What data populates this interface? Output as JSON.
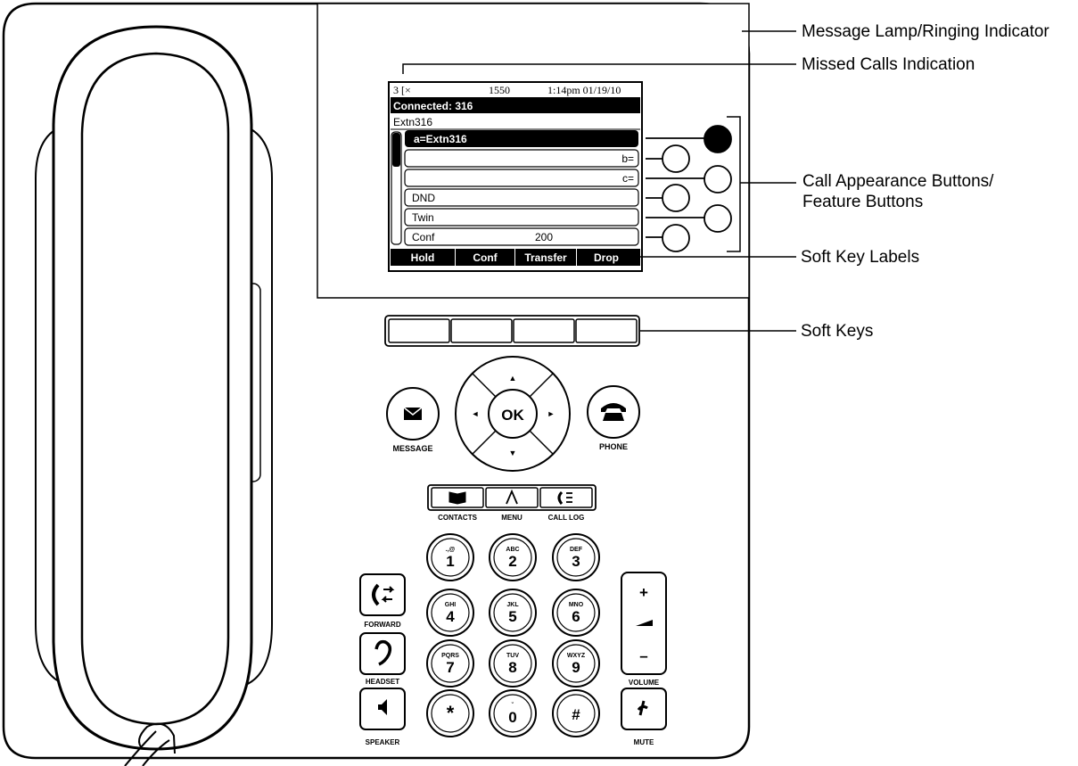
{
  "callouts": {
    "lamp": "Message Lamp/Ringing Indicator",
    "missed": "Missed Calls Indication",
    "call_line1": "Call Appearance Buttons/",
    "call_line2": "Feature Buttons",
    "softkey_labels": "Soft Key Labels",
    "softkeys": "Soft Keys"
  },
  "screen": {
    "status_left": "3 [×",
    "status_ext": "1550",
    "status_time": "1:14pm 01/19/10",
    "connected": "Connected: 316",
    "extn": "Extn316",
    "line_a": "a=Extn316",
    "line_b": "b=",
    "line_c": "c=",
    "dnd": "DND",
    "twin": "Twin",
    "conf_label": "Conf",
    "conf_value": "200",
    "softkeys": [
      "Hold",
      "Conf",
      "Transfer",
      "Drop"
    ]
  },
  "nav": {
    "ok": "OK",
    "up": "▲",
    "down": "▼",
    "left": "◄",
    "right": "►"
  },
  "buttons": {
    "message": "MESSAGE",
    "phone": "PHONE",
    "contacts": "CONTACTS",
    "menu": "MENU",
    "call_log": "CALL LOG",
    "forward": "FORWARD",
    "headset": "HEADSET",
    "speaker": "SPEAKER",
    "volume": "VOLUME",
    "mute": "MUTE",
    "vol_plus": "+",
    "vol_minus": "–"
  },
  "keypad": [
    {
      "digit": "1",
      "letters": ".,@"
    },
    {
      "digit": "2",
      "letters": "ABC"
    },
    {
      "digit": "3",
      "letters": "DEF"
    },
    {
      "digit": "4",
      "letters": "GHI"
    },
    {
      "digit": "5",
      "letters": "JKL"
    },
    {
      "digit": "6",
      "letters": "MNO"
    },
    {
      "digit": "7",
      "letters": "PQRS"
    },
    {
      "digit": "8",
      "letters": "TUV"
    },
    {
      "digit": "9",
      "letters": "WXYZ"
    },
    {
      "digit": "*",
      "letters": ""
    },
    {
      "digit": "0",
      "letters": "˘"
    },
    {
      "digit": "#",
      "letters": ""
    }
  ]
}
